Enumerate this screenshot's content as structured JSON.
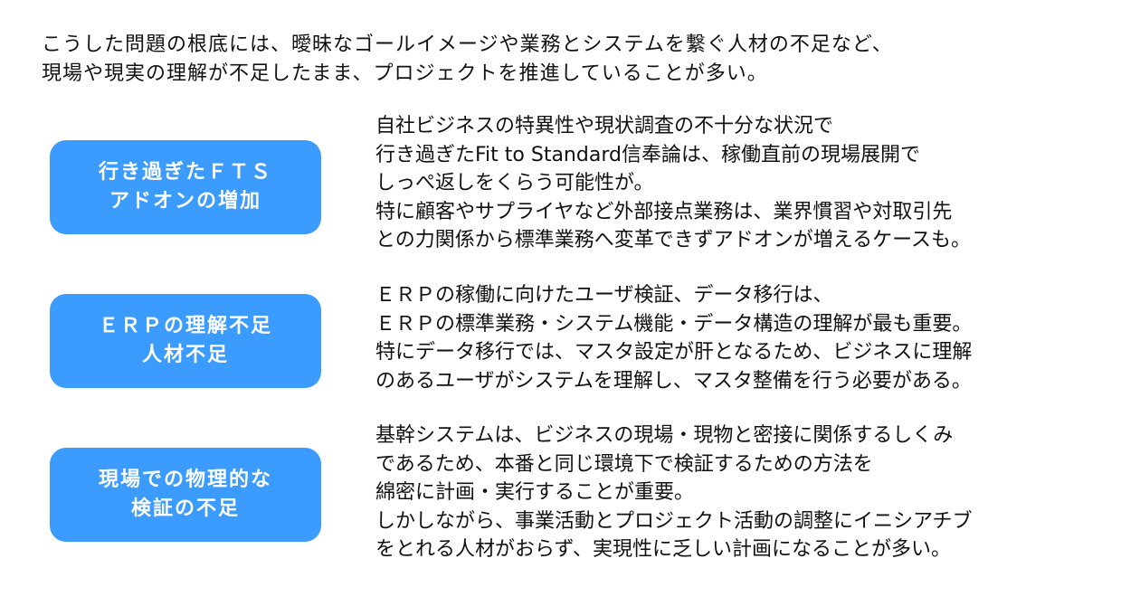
{
  "intro": [
    "こうした問題の根底には、曖昧なゴールイメージや業務とシステムを繋ぐ人材の不足など、",
    "現場や現実の理解が不足したまま、プロジェクトを推進していることが多い。"
  ],
  "accent_color": "#3b9bff",
  "items": [
    {
      "title": [
        "行き過ぎたＦＴＳ",
        "アドオンの増加"
      ],
      "lines": [
        "自社ビジネスの特異性や現状調査の不十分な状況で",
        "行き過ぎたFit to Standard信奉論は、稼働直前の現場展開で",
        "しっぺ返しをくらう可能性が。",
        "特に顧客やサプライヤなど外部接点業務は、業界慣習や対取引先",
        "との力関係から標準業務へ変革できずアドオンが増えるケースも。"
      ]
    },
    {
      "title": [
        "ＥＲＰの理解不足",
        "人材不足"
      ],
      "lines": [
        "ＥＲＰの稼働に向けたユーザ検証、データ移行は、",
        "ＥＲＰの標準業務・システム機能・データ構造の理解が最も重要。",
        "特にデータ移行では、マスタ設定が肝となるため、ビジネスに理解",
        "のあるユーザがシステムを理解し、マスタ整備を行う必要がある。"
      ]
    },
    {
      "title": [
        "現場での物理的な",
        "検証の不足"
      ],
      "lines": [
        "基幹システムは、ビジネスの現場・現物と密接に関係するしくみ",
        "であるため、本番と同じ環境下で検証するための方法を",
        "綿密に計画・実行することが重要。",
        "しかしながら、事業活動とプロジェクト活動の調整にイニシアチブ",
        "をとれる人材がおらず、実現性に乏しい計画になることが多い。"
      ]
    }
  ]
}
